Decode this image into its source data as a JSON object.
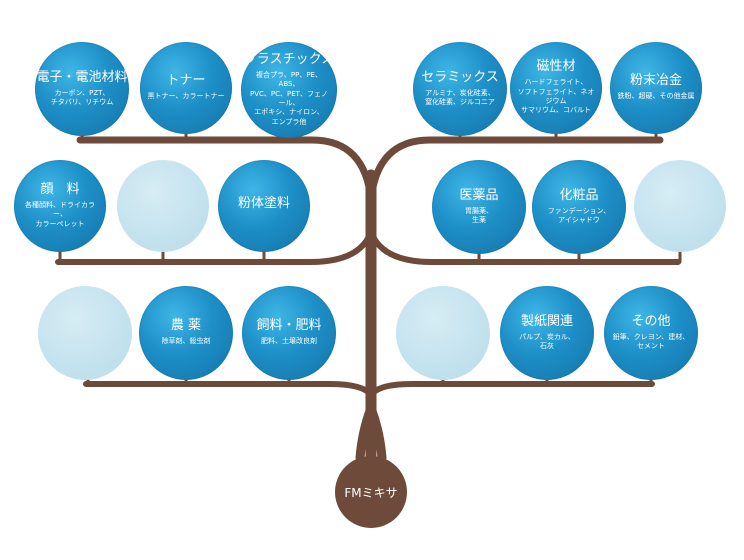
{
  "root": {
    "label": "FMミキサ"
  },
  "nodes": [
    {
      "title": "電子・電池材料",
      "sub": "カーボン、PZT、\nチタバリ、リチウム"
    },
    {
      "title": "トナー",
      "sub": "黒トナー、カラートナー"
    },
    {
      "title": "プラスチックス",
      "sub": "複合プラ、PP、PE、ABS、\nPVC、PC、PET、フェノール、\nエポキシ、ナイロン、\nエンプラ他"
    },
    {
      "title": "セラミックス",
      "sub": "アルミナ、炭化硅素、\n窒化硅素、ジルコニア"
    },
    {
      "title": "磁性材",
      "sub": "ハードフェライト、\nソフトフェライト、ネオジウム\nサマリウム、コバルト"
    },
    {
      "title": "粉末冶金",
      "sub": "鉄粉、超硬、その他金属"
    },
    {
      "title": "顔　料",
      "sub": "各種顔料、ドライカラー、\nカラーペレット"
    },
    {
      "title": "",
      "sub": ""
    },
    {
      "title": "粉体塗料",
      "sub": ""
    },
    {
      "title": "医薬品",
      "sub": "胃腸薬、\n生薬"
    },
    {
      "title": "化粧品",
      "sub": "ファンデーション、\nアイシャドウ"
    },
    {
      "title": "",
      "sub": ""
    },
    {
      "title": "",
      "sub": ""
    },
    {
      "title": "農 薬",
      "sub": "除草剤、殺虫剤"
    },
    {
      "title": "飼料・肥料",
      "sub": "肥料、土壌改良剤"
    },
    {
      "title": "",
      "sub": ""
    },
    {
      "title": "製紙関連",
      "sub": "パルプ、炭カル、\n石灰"
    },
    {
      "title": "その他",
      "sub": "鉛筆、クレヨン、建材、\nセメント"
    }
  ],
  "colors": {
    "branch": "#6e4a3a",
    "node_blue": "#1d8fc7",
    "node_empty": "#c3e2ee"
  }
}
